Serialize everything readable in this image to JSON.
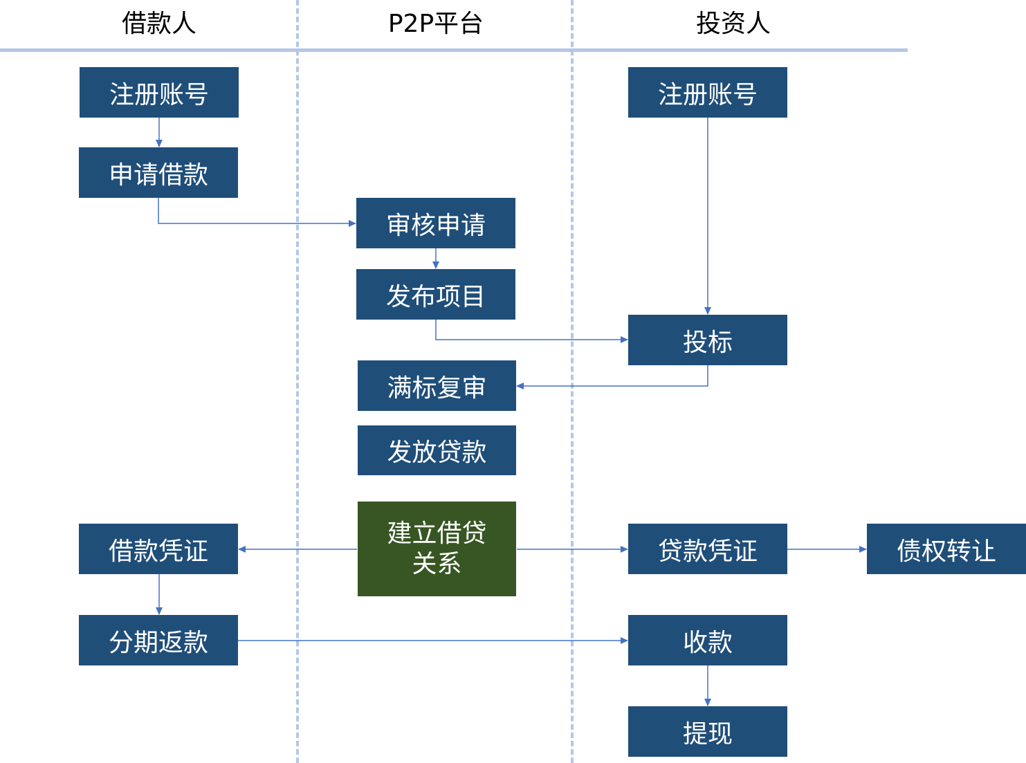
{
  "lanes": {
    "borrower": "借款人",
    "platform": "P2P平台",
    "investor": "投资人"
  },
  "nodes": {
    "borrower_register": "注册账号",
    "apply_loan": "申请借款",
    "review_application": "审核申请",
    "publish_project": "发布项目",
    "investor_register": "注册账号",
    "bid": "投标",
    "full_bid_review": "满标复审",
    "disburse_loan": "发放贷款",
    "establish_relation": "建立借贷关系",
    "borrow_voucher": "借款凭证",
    "loan_voucher": "贷款凭证",
    "debt_transfer": "债权转让",
    "installment_repay": "分期返款",
    "receive_payment": "收款",
    "withdraw": "提现"
  },
  "colors": {
    "node": "#1f4e79",
    "highlight_node": "#375623",
    "arrow": "#4472c4",
    "lane_line": "#b4c7e7"
  }
}
